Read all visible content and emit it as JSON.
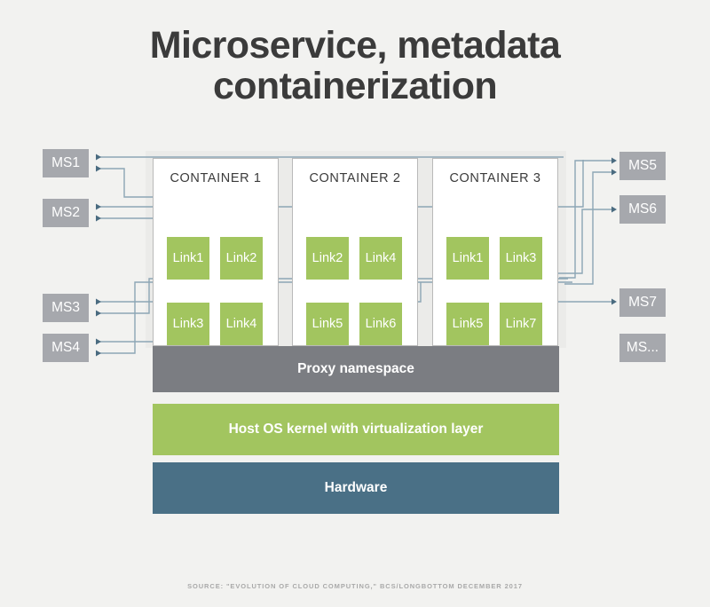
{
  "title": {
    "line1": "Microservice, metadata",
    "line2": "containerization"
  },
  "colors": {
    "background": "#f2f2f0",
    "green": "#a2c55f",
    "gray_box": "#a6a8ad",
    "proxy_gray": "#7b7d82",
    "hardware_blue": "#4a7086",
    "wire": "#8ca6b5",
    "title_text": "#3b3b3b"
  },
  "microservices_left": [
    {
      "label": "MS1"
    },
    {
      "label": "MS2"
    },
    {
      "label": "MS3"
    },
    {
      "label": "MS4"
    }
  ],
  "microservices_right": [
    {
      "label": "MS5"
    },
    {
      "label": "MS6"
    },
    {
      "label": "MS7"
    },
    {
      "label": "MS..."
    }
  ],
  "containers": [
    {
      "title": "CONTAINER 1",
      "links": [
        "Link1",
        "Link2",
        "Link3",
        "Link4"
      ]
    },
    {
      "title": "CONTAINER 2",
      "links": [
        "Link2",
        "Link4",
        "Link5",
        "Link6"
      ]
    },
    {
      "title": "CONTAINER 3",
      "links": [
        "Link1",
        "Link3",
        "Link5",
        "Link7"
      ]
    }
  ],
  "stack": {
    "proxy": "Proxy namespace",
    "kernel": "Host OS kernel with virtualization layer",
    "hardware": "Hardware"
  },
  "source": "SOURCE: \"EVOLUTION OF CLOUD COMPUTING,\" BCS/LONGBOTTOM DECEMBER 2017"
}
